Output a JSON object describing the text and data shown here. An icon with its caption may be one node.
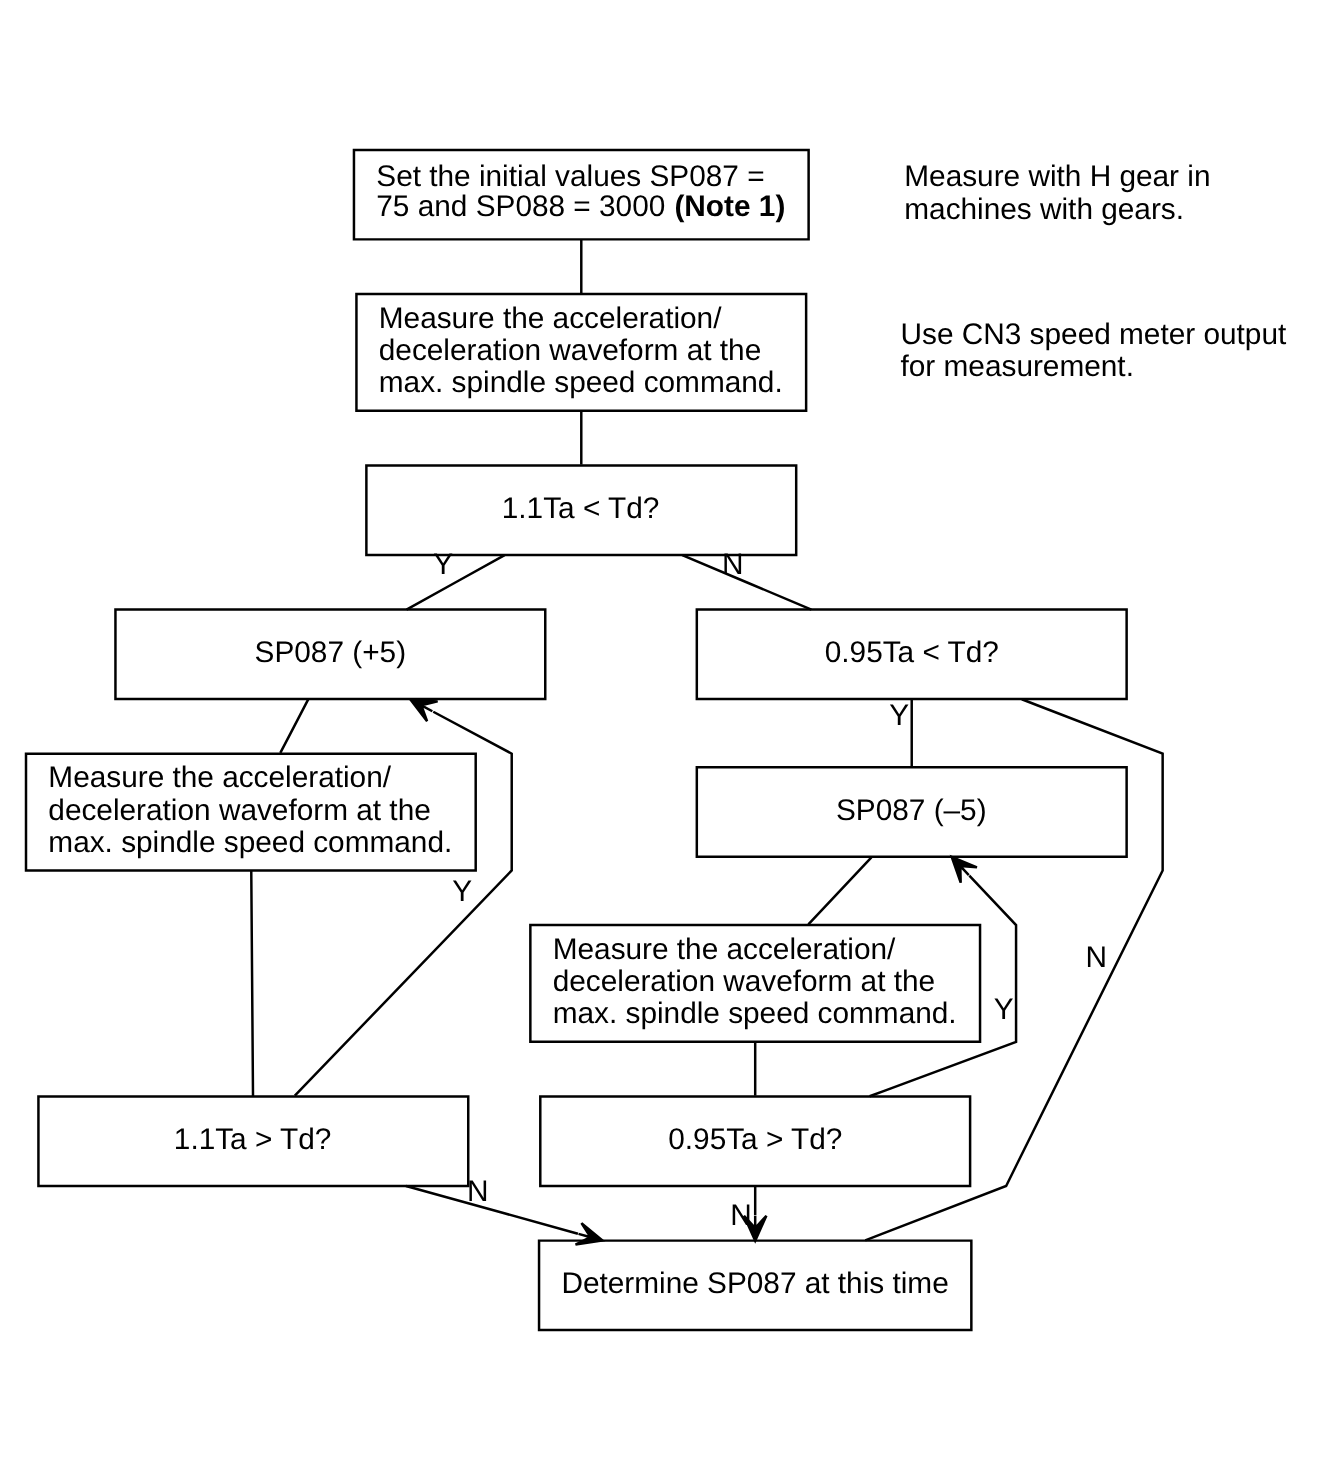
{
  "diagram": {
    "nodes": [
      {
        "text": [
          "Set the initial values SP087 = 75 and SP088 = 3000 **(Note 1)**"
        ],
        "beside": [
          "Measure with H gear in machines with gears."
        ]
      },
      {
        "text": [
          "Measure the acceleration/ deceleration waveform at the max. spindle speed command."
        ],
        "beside": [
          "Use CN3 speed meter output for measurement."
        ]
      },
      {
        "text": [
          "1.1Ta < Td?"
        ]
      },
      {
        "text": [
          "SP087 (+5)"
        ]
      },
      {
        "text": [
          "Measure the acceleration/ deceleration waveform at the max. spindle speed command."
        ]
      },
      {
        "text": [
          "1.1Ta > Td?"
        ]
      },
      {
        "text": [
          "0.95Ta < Td?"
        ]
      },
      {
        "text": [
          "SP087 (–5)"
        ]
      },
      {
        "text": [
          "Measure the acceleration/ deceleration waveform at the max. spindle speed command."
        ]
      },
      {
        "text": [
          "0.95Ta > Td?"
        ]
      },
      {
        "text": [
          "Determine SP087 at this time"
        ]
      }
    ],
    "edges": [
      {
        "from": 0,
        "to": 1,
        "arrow": "none"
      },
      {
        "from": 1,
        "to": 2,
        "arrow": "none"
      },
      {
        "from": 2,
        "to": 3,
        "label": "Y",
        "arrow": "none"
      },
      {
        "from": 2,
        "to": 6,
        "label": "N",
        "arrow": "none"
      },
      {
        "from": 3,
        "to": 4,
        "arrow": "none"
      },
      {
        "from": 4,
        "to": 5,
        "arrow": "none"
      },
      {
        "from": 5,
        "to": 3,
        "label": "Y",
        "arrow": "to"
      },
      {
        "from": 5,
        "to": 10,
        "label": "N",
        "arrow": "to"
      },
      {
        "from": 6,
        "to": 7,
        "label": "Y",
        "arrow": "none"
      },
      {
        "from": 6,
        "to": 10,
        "label": "N",
        "arrow": "none"
      },
      {
        "from": 7,
        "to": 8,
        "arrow": "none"
      },
      {
        "from": 8,
        "to": 9,
        "arrow": "none"
      },
      {
        "from": 9,
        "to": 7,
        "label": "Y",
        "arrow": "to"
      },
      {
        "from": 9,
        "to": 10,
        "label": "N",
        "arrow": "to"
      }
    ]
  }
}
